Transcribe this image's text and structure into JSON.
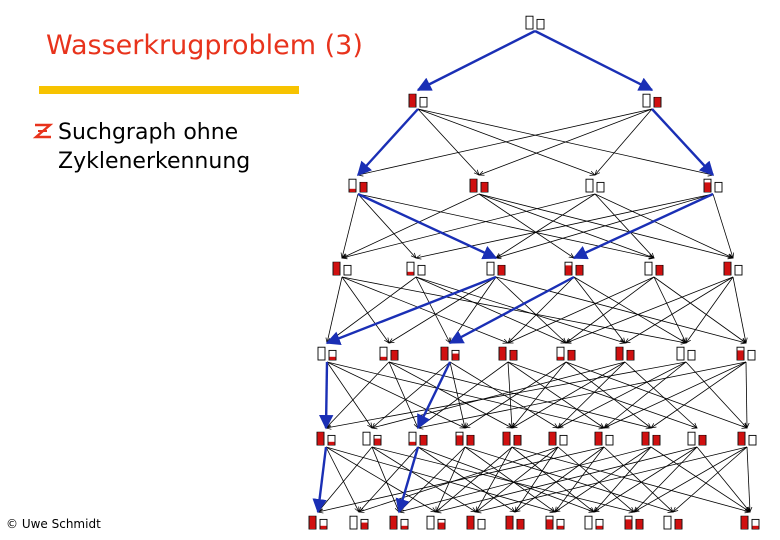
{
  "slide": {
    "title": "Wasserkrugproblem (3)",
    "bullet": "Suchgraph ohne Zyklenerkennung",
    "copyright": "© Uwe Schmidt"
  },
  "colors": {
    "title": "#e8331c",
    "title_bar": "#f7c300",
    "bullet_icon": "#e8331c",
    "jug_water": "#d01010",
    "jug_outline": "#000000",
    "edge": "#000000",
    "solution_path": "#1a2fb5"
  },
  "legend_note": "",
  "graph": {
    "levels": [
      [
        {
          "a": 0,
          "b": 0
        }
      ],
      [
        {
          "a": 4,
          "b": 0
        },
        {
          "a": 0,
          "b": 3
        }
      ],
      [
        {
          "a": 1,
          "b": 3
        },
        {
          "a": 4,
          "b": 3
        },
        {
          "a": 0,
          "b": 0
        },
        {
          "a": 3,
          "b": 0
        }
      ],
      [
        {
          "a": 4,
          "b": 0
        },
        {
          "a": 1,
          "b": 0
        },
        {
          "a": 0,
          "b": 3
        },
        {
          "a": 3,
          "b": 3
        },
        {
          "a": 0,
          "b": 3
        },
        {
          "a": 4,
          "b": 0
        }
      ],
      [
        {
          "a": 0,
          "b": 1
        },
        {
          "a": 1,
          "b": 3
        },
        {
          "a": 4,
          "b": 2
        },
        {
          "a": 4,
          "b": 3
        },
        {
          "a": 1,
          "b": 3
        },
        {
          "a": 4,
          "b": 3
        },
        {
          "a": 0,
          "b": 0
        },
        {
          "a": 3,
          "b": 0
        }
      ],
      [
        {
          "a": 4,
          "b": 1
        },
        {
          "a": 0,
          "b": 2
        },
        {
          "a": 1,
          "b": 3
        },
        {
          "a": 3,
          "b": 3
        },
        {
          "a": 4,
          "b": 3
        },
        {
          "a": 4,
          "b": 0
        },
        {
          "a": 4,
          "b": 0
        },
        {
          "a": 4,
          "b": 3
        },
        {
          "a": 0,
          "b": 3
        },
        {
          "a": 4,
          "b": 0
        }
      ],
      [
        {
          "a": 4,
          "b": 1
        },
        {
          "a": 0,
          "b": 2
        },
        {
          "a": 4,
          "b": 1
        },
        {
          "a": 0,
          "b": 2
        },
        {
          "a": 4,
          "b": 0
        },
        {
          "a": 4,
          "b": 3
        },
        {
          "a": 3,
          "b": 1
        },
        {
          "a": 0,
          "b": 1
        },
        {
          "a": 3,
          "b": 3
        },
        {
          "a": 0,
          "b": 3
        },
        {
          "a": 4,
          "b": 1
        }
      ]
    ],
    "edges": [
      [
        0,
        0,
        1,
        0
      ],
      [
        0,
        0,
        1,
        1
      ],
      [
        1,
        0,
        2,
        0
      ],
      [
        1,
        0,
        2,
        1
      ],
      [
        1,
        0,
        2,
        2
      ],
      [
        1,
        0,
        2,
        3
      ],
      [
        1,
        1,
        2,
        0
      ],
      [
        1,
        1,
        2,
        1
      ],
      [
        1,
        1,
        2,
        2
      ],
      [
        1,
        1,
        2,
        3
      ],
      [
        2,
        0,
        3,
        0
      ],
      [
        2,
        0,
        3,
        1
      ],
      [
        2,
        0,
        3,
        2
      ],
      [
        2,
        0,
        3,
        4
      ],
      [
        2,
        1,
        3,
        0
      ],
      [
        2,
        1,
        3,
        3
      ],
      [
        2,
        1,
        3,
        4
      ],
      [
        2,
        1,
        3,
        5
      ],
      [
        2,
        2,
        3,
        0
      ],
      [
        2,
        2,
        3,
        2
      ],
      [
        2,
        2,
        3,
        4
      ],
      [
        2,
        2,
        3,
        5
      ],
      [
        2,
        3,
        3,
        1
      ],
      [
        2,
        3,
        3,
        2
      ],
      [
        2,
        3,
        3,
        3
      ],
      [
        2,
        3,
        3,
        5
      ],
      [
        3,
        0,
        4,
        0
      ],
      [
        3,
        0,
        4,
        1
      ],
      [
        3,
        0,
        4,
        3
      ],
      [
        3,
        0,
        4,
        6
      ],
      [
        3,
        1,
        4,
        0
      ],
      [
        3,
        1,
        4,
        2
      ],
      [
        3,
        1,
        4,
        4
      ],
      [
        3,
        1,
        4,
        5
      ],
      [
        3,
        2,
        4,
        1
      ],
      [
        3,
        2,
        4,
        2
      ],
      [
        3,
        2,
        4,
        4
      ],
      [
        3,
        2,
        4,
        7
      ],
      [
        3,
        3,
        4,
        2
      ],
      [
        3,
        3,
        4,
        3
      ],
      [
        3,
        3,
        4,
        5
      ],
      [
        3,
        3,
        4,
        6
      ],
      [
        3,
        4,
        4,
        3
      ],
      [
        3,
        4,
        4,
        4
      ],
      [
        3,
        4,
        4,
        6
      ],
      [
        3,
        4,
        4,
        7
      ],
      [
        3,
        5,
        4,
        5
      ],
      [
        3,
        5,
        4,
        6
      ],
      [
        3,
        5,
        4,
        7
      ],
      [
        3,
        5,
        4,
        4
      ],
      [
        4,
        0,
        5,
        0
      ],
      [
        4,
        0,
        5,
        1
      ],
      [
        4,
        0,
        5,
        3
      ],
      [
        4,
        0,
        5,
        6
      ],
      [
        4,
        1,
        5,
        0
      ],
      [
        4,
        1,
        5,
        2
      ],
      [
        4,
        1,
        5,
        4
      ],
      [
        4,
        1,
        5,
        7
      ],
      [
        4,
        2,
        5,
        1
      ],
      [
        4,
        2,
        5,
        2
      ],
      [
        4,
        2,
        5,
        3
      ],
      [
        4,
        2,
        5,
        5
      ],
      [
        4,
        3,
        5,
        2
      ],
      [
        4,
        3,
        5,
        4
      ],
      [
        4,
        3,
        5,
        6
      ],
      [
        4,
        3,
        5,
        8
      ],
      [
        4,
        4,
        5,
        3
      ],
      [
        4,
        4,
        5,
        4
      ],
      [
        4,
        4,
        5,
        7
      ],
      [
        4,
        4,
        5,
        9
      ],
      [
        4,
        5,
        5,
        4
      ],
      [
        4,
        5,
        5,
        5
      ],
      [
        4,
        5,
        5,
        8
      ],
      [
        4,
        5,
        5,
        1
      ],
      [
        4,
        6,
        5,
        5
      ],
      [
        4,
        6,
        5,
        6
      ],
      [
        4,
        6,
        5,
        9
      ],
      [
        4,
        6,
        5,
        0
      ],
      [
        4,
        7,
        5,
        6
      ],
      [
        4,
        7,
        5,
        7
      ],
      [
        4,
        7,
        5,
        9
      ],
      [
        4,
        7,
        5,
        2
      ],
      [
        5,
        0,
        6,
        0
      ],
      [
        5,
        0,
        6,
        1
      ],
      [
        5,
        0,
        6,
        3
      ],
      [
        5,
        0,
        6,
        6
      ],
      [
        5,
        1,
        6,
        0
      ],
      [
        5,
        1,
        6,
        2
      ],
      [
        5,
        1,
        6,
        4
      ],
      [
        5,
        1,
        6,
        8
      ],
      [
        5,
        2,
        6,
        1
      ],
      [
        5,
        2,
        6,
        2
      ],
      [
        5,
        2,
        6,
        5
      ],
      [
        5,
        2,
        6,
        7
      ],
      [
        5,
        3,
        6,
        2
      ],
      [
        5,
        3,
        6,
        3
      ],
      [
        5,
        3,
        6,
        6
      ],
      [
        5,
        3,
        6,
        9
      ],
      [
        5,
        4,
        6,
        3
      ],
      [
        5,
        4,
        6,
        4
      ],
      [
        5,
        4,
        6,
        7
      ],
      [
        5,
        4,
        6,
        10
      ],
      [
        5,
        5,
        6,
        4
      ],
      [
        5,
        5,
        6,
        5
      ],
      [
        5,
        5,
        6,
        8
      ],
      [
        5,
        5,
        6,
        1
      ],
      [
        5,
        6,
        6,
        5
      ],
      [
        5,
        6,
        6,
        6
      ],
      [
        5,
        6,
        6,
        9
      ],
      [
        5,
        6,
        6,
        0
      ],
      [
        5,
        7,
        6,
        6
      ],
      [
        5,
        7,
        6,
        7
      ],
      [
        5,
        7,
        6,
        10
      ],
      [
        5,
        7,
        6,
        2
      ],
      [
        5,
        8,
        6,
        7
      ],
      [
        5,
        8,
        6,
        8
      ],
      [
        5,
        8,
        6,
        3
      ],
      [
        5,
        8,
        6,
        10
      ],
      [
        5,
        9,
        6,
        9
      ],
      [
        5,
        9,
        6,
        10
      ],
      [
        5,
        9,
        6,
        8
      ],
      [
        5,
        9,
        6,
        4
      ]
    ],
    "highlight": [
      [
        0,
        0,
        1,
        0
      ],
      [
        0,
        0,
        1,
        1
      ],
      [
        1,
        0,
        2,
        0
      ],
      [
        1,
        1,
        2,
        3
      ],
      [
        2,
        0,
        3,
        2
      ],
      [
        2,
        3,
        3,
        3
      ],
      [
        3,
        2,
        4,
        0
      ],
      [
        3,
        3,
        4,
        2
      ],
      [
        4,
        0,
        5,
        0
      ],
      [
        4,
        2,
        5,
        2
      ],
      [
        5,
        0,
        6,
        0
      ],
      [
        5,
        2,
        6,
        2
      ]
    ]
  }
}
